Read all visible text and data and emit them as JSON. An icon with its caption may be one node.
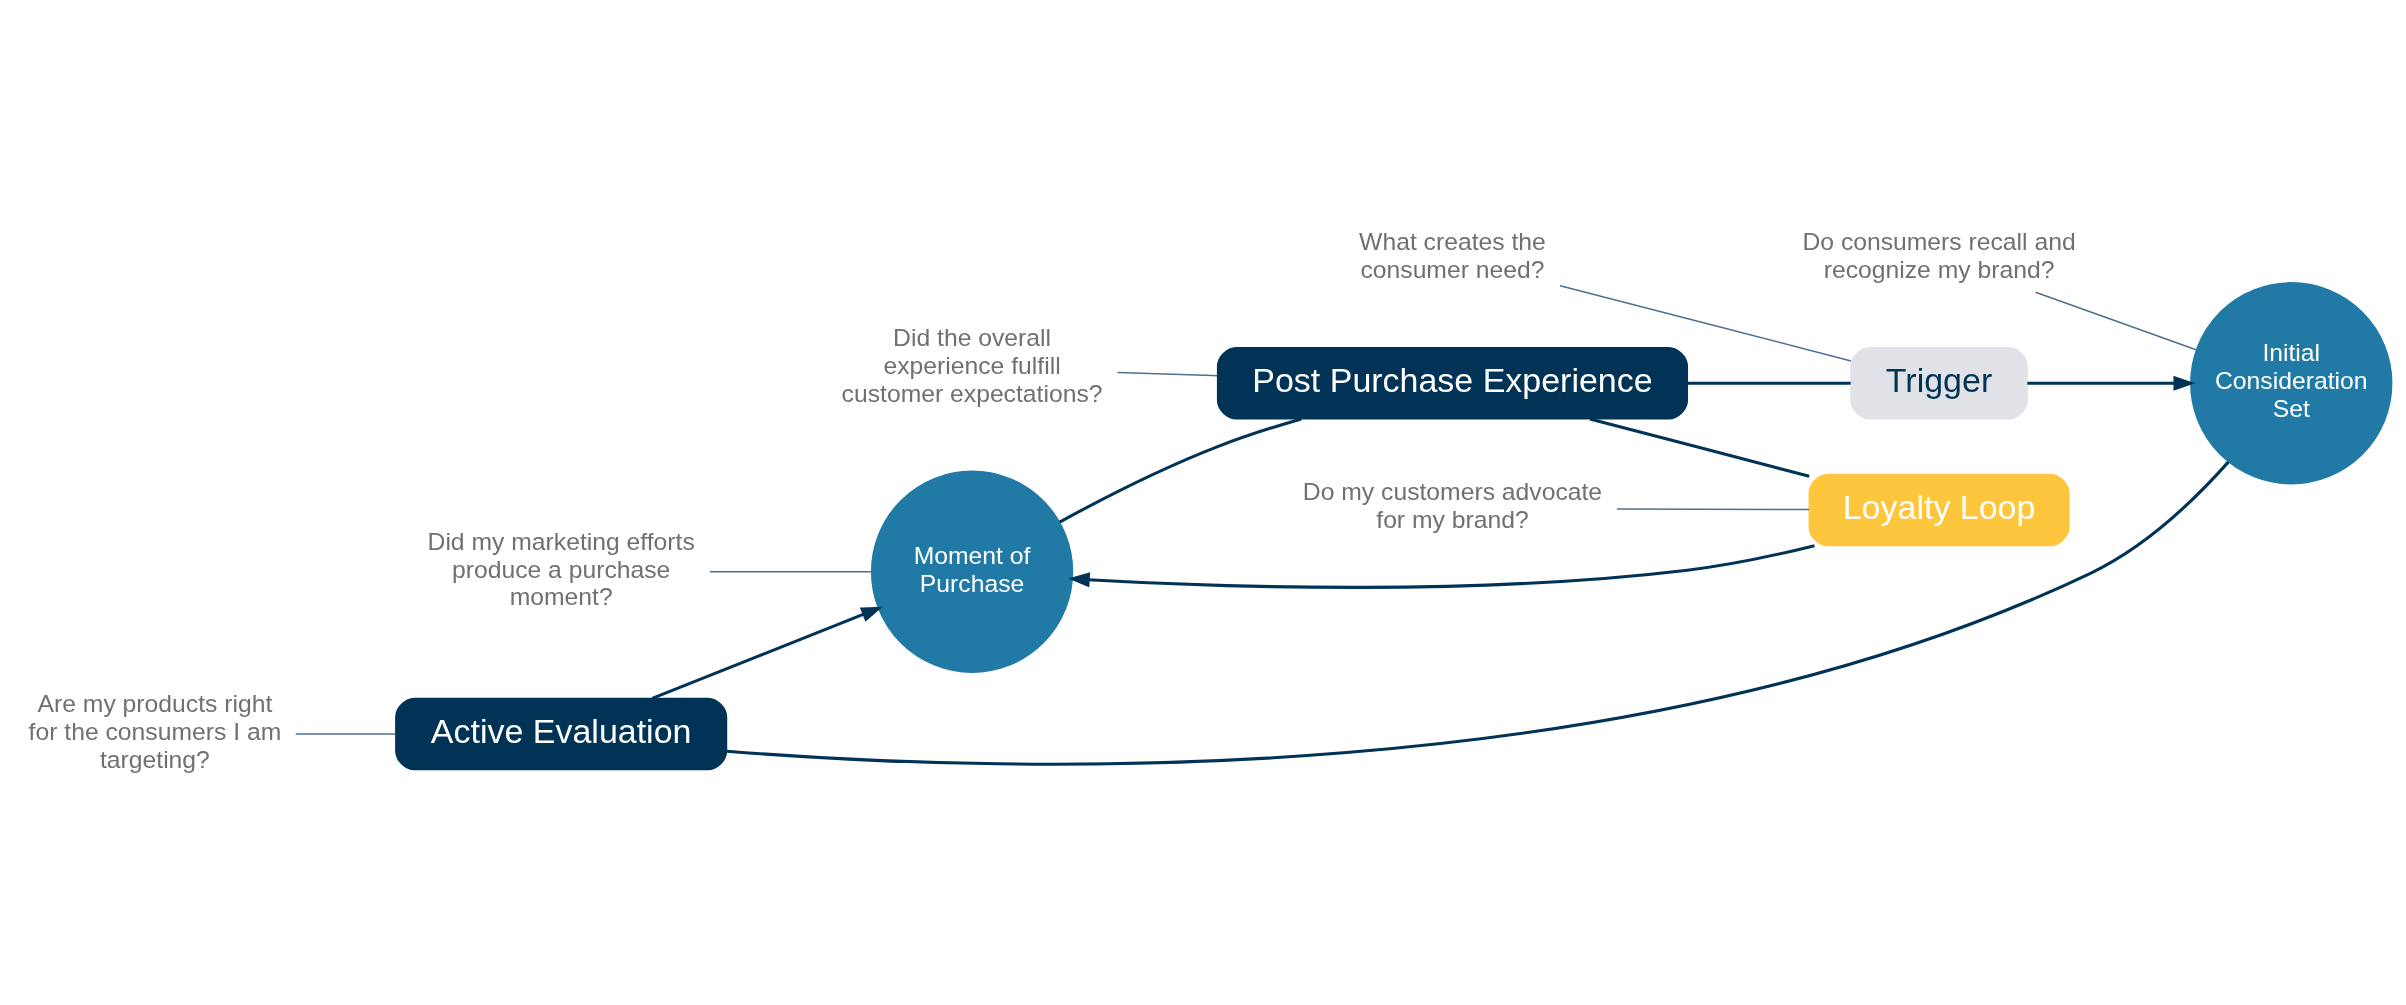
{
  "diagram": {
    "nodes": [
      {
        "text": [
          "Active Evaluation"
        ]
      },
      {
        "text": [
          "Loyalty Loop"
        ]
      },
      {
        "text": [
          "Moment of Purchase"
        ]
      },
      {
        "text": [
          "Initial Consideration Set"
        ]
      },
      {
        "text": [
          "Post Purchase Experience"
        ]
      },
      {
        "text": [
          "Trigger"
        ]
      },
      {
        "text": [
          "Are my products right for the consumers I am targeting?"
        ]
      },
      {
        "text": [
          "Did my marketing efforts produce a purchase moment?"
        ]
      },
      {
        "text": [
          "Do consumers recall and recognize my brand?"
        ]
      },
      {
        "text": [
          "Do my customers advocate for my brand?"
        ]
      },
      {
        "text": [
          "What creates the consumer need?"
        ]
      },
      {
        "text": [
          "Did the overall experience fulfill customer expectations?"
        ]
      }
    ],
    "edges": [
      {
        "from": 3,
        "to": 0,
        "arrow": "none"
      },
      {
        "from": 0,
        "to": 2,
        "arrow": "to"
      },
      {
        "from": 2,
        "to": 4,
        "arrow": "none"
      },
      {
        "from": 4,
        "to": 5,
        "arrow": "none"
      },
      {
        "from": 5,
        "to": 3,
        "arrow": "to"
      },
      {
        "from": 4,
        "to": 1,
        "arrow": "none"
      },
      {
        "from": 1,
        "to": 2,
        "arrow": "to"
      },
      {
        "from": 6,
        "to": 0,
        "arrow": "none",
        "color": "#4f6f8f"
      },
      {
        "from": 7,
        "to": 2,
        "arrow": "none",
        "color": "#4f6f8f"
      },
      {
        "from": 8,
        "to": 3,
        "arrow": "none",
        "color": "#4f6f8f"
      },
      {
        "from": 9,
        "to": 1,
        "arrow": "none",
        "color": "#4f6f8f"
      },
      {
        "from": 10,
        "to": 5,
        "arrow": "none",
        "color": "#4f6f8f"
      },
      {
        "from": 11,
        "to": 4,
        "arrow": "none",
        "color": "#4f6f8f"
      }
    ]
  }
}
